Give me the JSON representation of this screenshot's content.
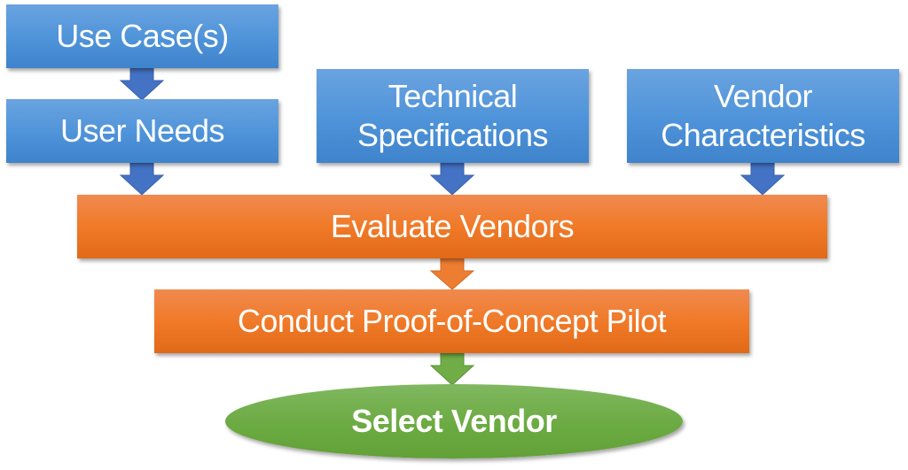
{
  "diagram": {
    "nodes": {
      "use_cases": {
        "label": "Use Case(s)",
        "color": "#5b9bd5"
      },
      "user_needs": {
        "label": "User Needs",
        "color": "#5b9bd5"
      },
      "technical_specs": {
        "label_line1": "Technical",
        "label_line2": "Specifications",
        "color": "#5b9bd5"
      },
      "vendor_chars": {
        "label_line1": "Vendor",
        "label_line2": "Characteristics",
        "color": "#5b9bd5"
      },
      "evaluate": {
        "label": "Evaluate Vendors",
        "color": "#ed7d31"
      },
      "pilot": {
        "label": "Conduct Proof-of-Concept Pilot",
        "color": "#ed7d31"
      },
      "select": {
        "label": "Select Vendor",
        "color": "#70ad47"
      }
    },
    "edges": [
      {
        "from": "use_cases",
        "to": "user_needs",
        "color": "#4472c4"
      },
      {
        "from": "user_needs",
        "to": "evaluate",
        "color": "#4472c4"
      },
      {
        "from": "technical_specs",
        "to": "evaluate",
        "color": "#4472c4"
      },
      {
        "from": "vendor_chars",
        "to": "evaluate",
        "color": "#4472c4"
      },
      {
        "from": "evaluate",
        "to": "pilot",
        "color": "#ed7d31"
      },
      {
        "from": "pilot",
        "to": "select",
        "color": "#70ad47"
      }
    ]
  }
}
